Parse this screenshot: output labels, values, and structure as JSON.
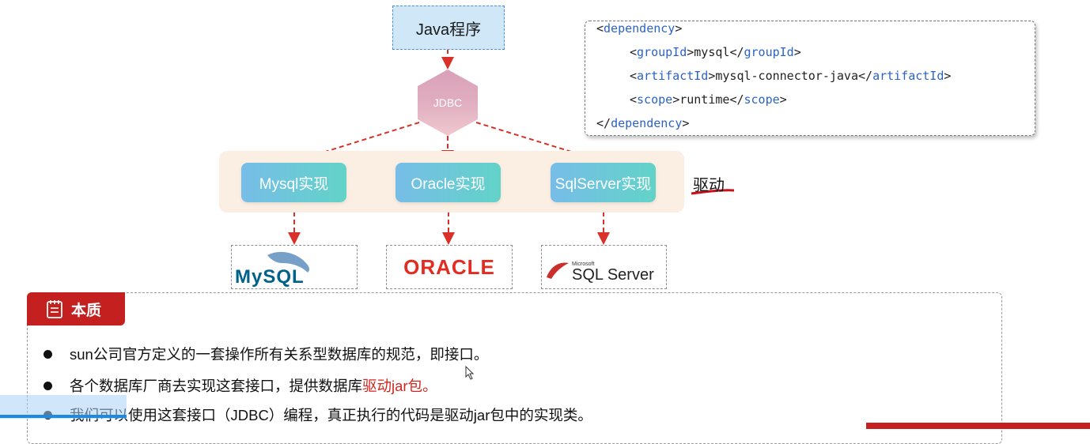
{
  "diagram": {
    "java_program": "Java程序",
    "jdbc": "JDBC",
    "implementations": [
      "Mysql实现",
      "Oracle实现",
      "SqlServer实现"
    ],
    "driver_label": "驱动",
    "logos": {
      "mysql": "MySQL",
      "oracle": "ORACLE",
      "sqlserver_small": "Microsoft",
      "sqlserver": "SQL Server"
    }
  },
  "code": {
    "lines": [
      {
        "pre": "<",
        "tag": "dependency",
        "mid": ">",
        "value": "",
        "close_tag": "",
        "post": ""
      },
      {
        "pre": "<",
        "tag": "groupId",
        "mid": ">",
        "value": "mysql",
        "close_tag": "groupId",
        "post": ">"
      },
      {
        "pre": "<",
        "tag": "artifactId",
        "mid": ">",
        "value": "mysql-connector-java",
        "close_tag": "artifactId",
        "post": ">"
      },
      {
        "pre": "<",
        "tag": "scope",
        "mid": ">",
        "value": "runtime",
        "close_tag": "scope",
        "post": ">"
      },
      {
        "pre": "</",
        "tag": "dependency",
        "mid": ">",
        "value": "",
        "close_tag": "",
        "post": ""
      }
    ]
  },
  "essence": {
    "title": "本质",
    "bullets": [
      {
        "text": "sun公司官方定义的一套操作所有关系型数据库的规范，即接口。",
        "highlight": "",
        "tail": ""
      },
      {
        "text": "各个数据库厂商去实现这套接口，提供数据库",
        "highlight": "驱动jar包",
        "tail": "。"
      },
      {
        "text": "我们可以使用这套接口（JDBC）编程，真正执行的代码是驱动jar包中的实现类。",
        "highlight": "",
        "tail": ""
      }
    ]
  },
  "colors": {
    "arrow": "#d9302a",
    "panel_header": "#c3201f",
    "highlight": "#d2261f",
    "tag": "#2b63c5"
  }
}
